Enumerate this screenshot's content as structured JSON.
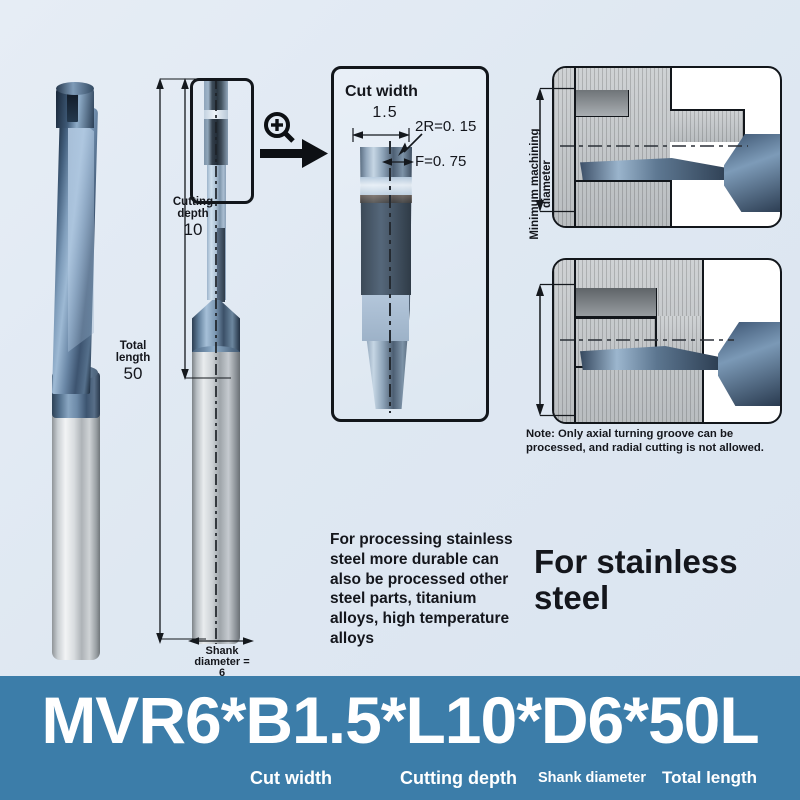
{
  "product": {
    "code": "MVR6*B1.5*L10*D6*50L",
    "banner_color": "#3c7da9",
    "background_color": "#dfe8f2"
  },
  "banner_captions": [
    {
      "label": "Cut width"
    },
    {
      "label": "Cutting depth"
    },
    {
      "label": "Shank diameter"
    },
    {
      "label": "Total length"
    }
  ],
  "dimensions": {
    "cutting_depth_label": "Cutting\ndepth",
    "cutting_depth_line1": "Cutting",
    "cutting_depth_line2": "depth",
    "cutting_depth_value": "10",
    "total_length_line1": "Total",
    "total_length_line2": "length",
    "total_length_value": "50",
    "shank_diameter_line1": "Shank",
    "shank_diameter_line2": "diameter =",
    "shank_diameter_value": "6"
  },
  "detail_panel": {
    "title": "Cut width",
    "cut_width_value": "1.5",
    "corner_radius": "2R=0. 15",
    "front_dimension": "F=0. 75"
  },
  "machining": {
    "min_diameter_label": "Minimum machining diameter",
    "note": "Note: Only axial turning groove can be processed, and radial cutting is not allowed."
  },
  "marketing": {
    "description": "For processing stainless steel more durable can also be processed other steel parts, titanium alloys, high temperature alloys",
    "headline_line1": "For stainless",
    "headline_line2": "steel"
  },
  "icons": {
    "magnify_plus": "magnify-plus-icon",
    "arrow_right": "arrow-right-icon"
  }
}
